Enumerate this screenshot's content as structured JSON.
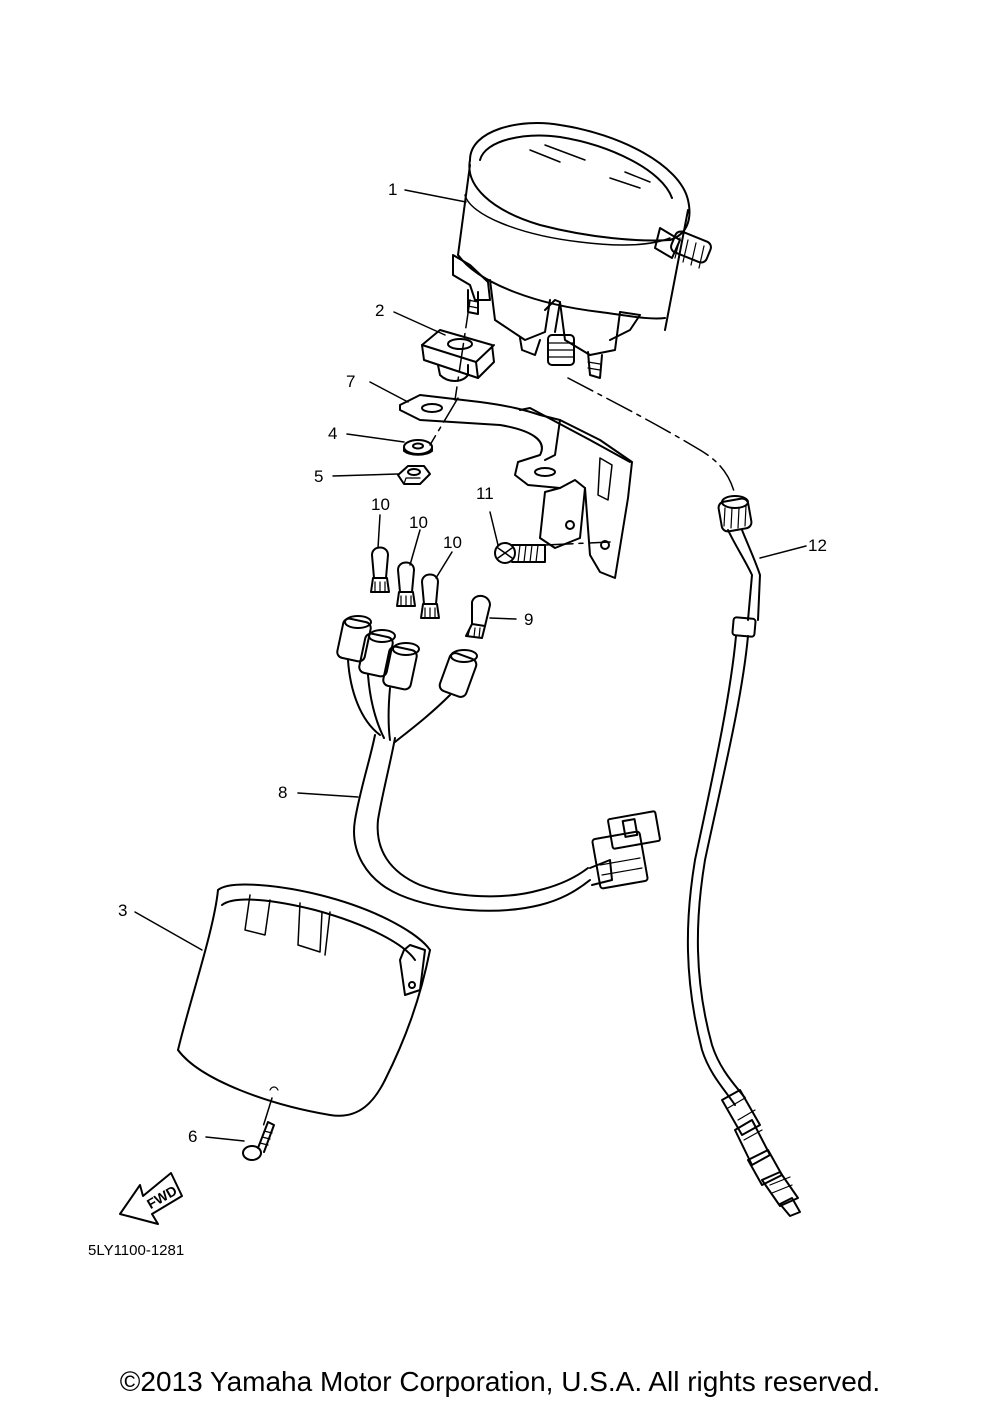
{
  "callouts": {
    "c1": "1",
    "c2": "2",
    "c3": "3",
    "c4": "4",
    "c5": "5",
    "c6": "6",
    "c7": "7",
    "c8": "8",
    "c9": "9",
    "c10a": "10",
    "c10b": "10",
    "c10c": "10",
    "c11": "11",
    "c12": "12"
  },
  "fwd_arrow_label": "FWD",
  "diagram_code": "5LY1100-1281",
  "copyright": "©2013 Yamaha Motor Corporation, U.S.A. All rights reserved.",
  "colors": {
    "line": "#000000",
    "background": "#ffffff"
  }
}
